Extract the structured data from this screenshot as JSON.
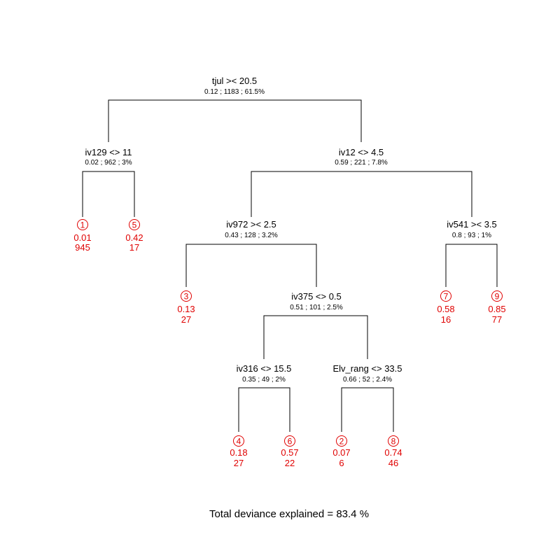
{
  "splits": [
    {
      "id": "root",
      "label": "tjul >< 20.5",
      "stats": "0.12 ; 1183 ; 61.5%"
    },
    {
      "id": "iv129",
      "label": "iv129 <> 11",
      "stats": "0.02 ; 962 ; 3%"
    },
    {
      "id": "iv12",
      "label": "iv12 <> 4.5",
      "stats": "0.59 ; 221 ; 7.8%"
    },
    {
      "id": "iv972",
      "label": "iv972 >< 2.5",
      "stats": "0.43 ; 128 ; 3.2%"
    },
    {
      "id": "iv541",
      "label": "iv541 >< 3.5",
      "stats": "0.8 ; 93 ; 1%"
    },
    {
      "id": "iv375",
      "label": "iv375 <> 0.5",
      "stats": "0.51 ; 101 ; 2.5%"
    },
    {
      "id": "iv316",
      "label": "iv316 <> 15.5",
      "stats": "0.35 ; 49 ; 2%"
    },
    {
      "id": "elv",
      "label": "Elv_rang <> 33.5",
      "stats": "0.66 ; 52 ; 2.4%"
    }
  ],
  "leaves": [
    {
      "id": "1",
      "value": "0.01",
      "count": "945"
    },
    {
      "id": "5",
      "value": "0.42",
      "count": "17"
    },
    {
      "id": "3",
      "value": "0.13",
      "count": "27"
    },
    {
      "id": "7",
      "value": "0.58",
      "count": "16"
    },
    {
      "id": "9",
      "value": "0.85",
      "count": "77"
    },
    {
      "id": "4",
      "value": "0.18",
      "count": "27"
    },
    {
      "id": "6",
      "value": "0.57",
      "count": "22"
    },
    {
      "id": "2",
      "value": "0.07",
      "count": "6"
    },
    {
      "id": "8",
      "value": "0.74",
      "count": "46"
    }
  ],
  "footer": "Total deviance explained = 83.4 %",
  "colors": {
    "leaf": "#e00000",
    "line": "#000000"
  }
}
